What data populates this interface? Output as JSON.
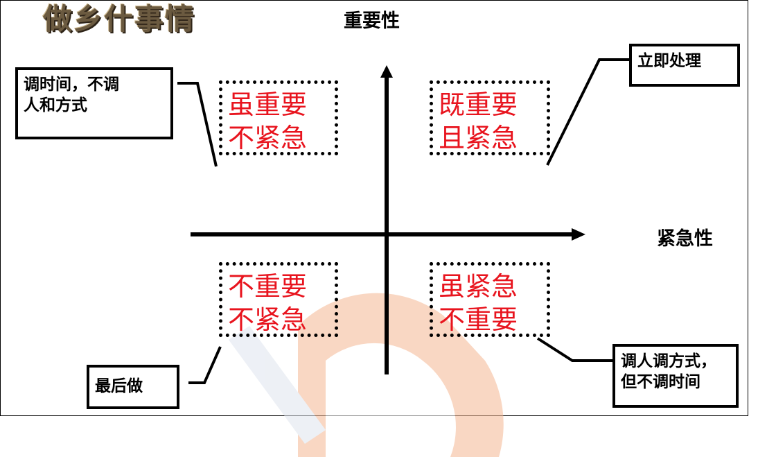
{
  "header": {
    "title_fragment": "做乡什事情"
  },
  "axes": {
    "y_label": "重要性",
    "x_label": "紧急性"
  },
  "quadrants": {
    "top_left": [
      "虽重要",
      "不紧急"
    ],
    "top_right": [
      "既重要",
      "且紧急"
    ],
    "bottom_left": [
      "不重要",
      "不紧急"
    ],
    "bottom_right": [
      "虽紧急",
      "不重要"
    ]
  },
  "notes": {
    "top_left": [
      "调时间，不调",
      "人和方式"
    ],
    "top_right": [
      "立即处理"
    ],
    "bottom_left": [
      "最后做"
    ],
    "bottom_right": [
      "调人调方式，",
      "但不调时间"
    ]
  },
  "colors": {
    "quadrant_text": "#e8141e",
    "watermark": "#f6c9ae"
  }
}
